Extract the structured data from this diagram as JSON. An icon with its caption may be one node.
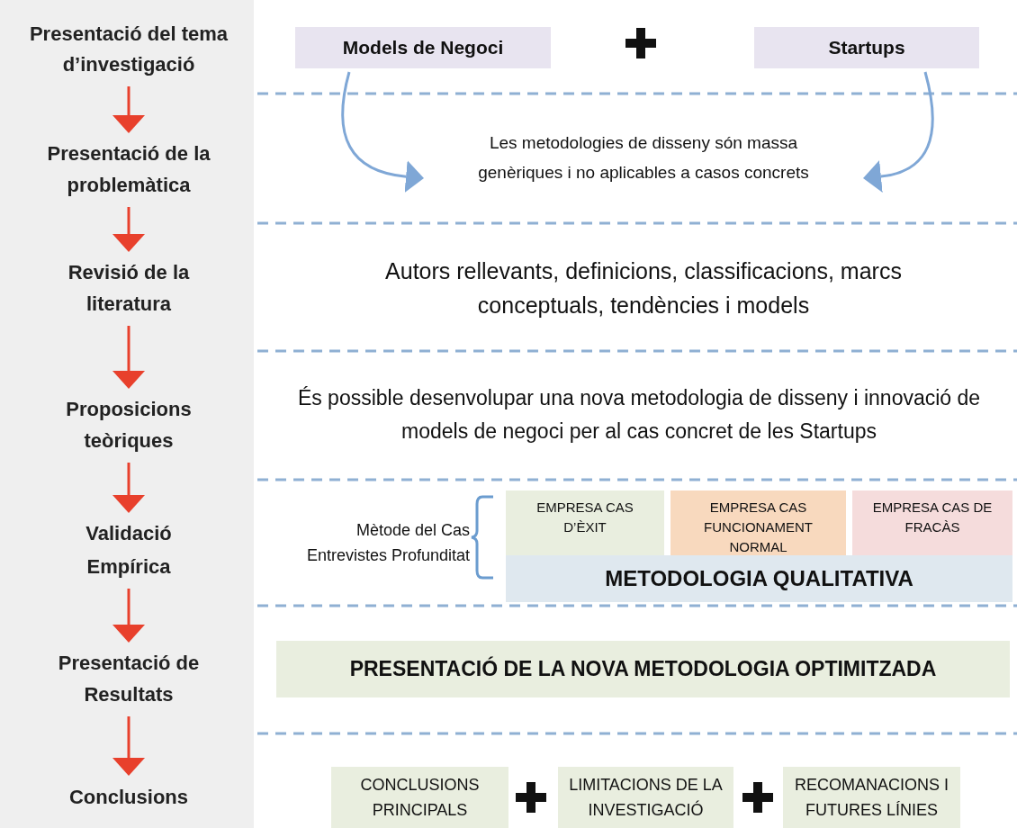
{
  "diagram": {
    "nodes": [
      {
        "text": [
          "Presentació del tema d’investigació"
        ]
      },
      {
        "text": [
          "Presentació de la problemàtica"
        ]
      },
      {
        "text": [
          "Revisió de la literatura"
        ]
      },
      {
        "text": [
          "Proposicions teòriques"
        ]
      },
      {
        "text": [
          "Validació Empírica"
        ]
      },
      {
        "text": [
          "Presentació de Resultats"
        ]
      },
      {
        "text": [
          "Conclusions"
        ]
      },
      {
        "text": [
          "Models de Negoci"
        ]
      },
      {
        "text": [
          "Startups"
        ]
      },
      {
        "text": [
          "Les metodologies de disseny són massa genèriques i no aplicables a casos concrets"
        ]
      },
      {
        "text": [
          "EMPRESA CAS D’ÈXIT"
        ]
      },
      {
        "text": [
          "EMPRESA CAS FUNCIONAMENT NORMAL"
        ]
      },
      {
        "text": [
          "EMPRESA CAS DE FRACÀS"
        ]
      },
      {
        "text": [
          "METODOLOGIA QUALITATIVA"
        ]
      },
      {
        "text": [
          "PRESENTACIÓ DE LA NOVA METODOLOGIA OPTIMITZADA"
        ]
      },
      {
        "text": [
          "CONCLUSIONS PRINCIPALS"
        ]
      },
      {
        "text": [
          "LIMITACIONS DE LA INVESTIGACIÓ"
        ]
      },
      {
        "text": [
          "RECOMANACIONS I FUTURES LÍNIES"
        ]
      }
    ],
    "edges": [
      {
        "from": 0,
        "to": 1,
        "arrow": "to"
      },
      {
        "from": 1,
        "to": 2,
        "arrow": "to"
      },
      {
        "from": 2,
        "to": 3,
        "arrow": "to"
      },
      {
        "from": 3,
        "to": 4,
        "arrow": "to"
      },
      {
        "from": 4,
        "to": 5,
        "arrow": "to"
      },
      {
        "from": 5,
        "to": 6,
        "arrow": "to"
      },
      {
        "from": 7,
        "to": 9,
        "arrow": "to",
        "color": "#7fa7d6"
      },
      {
        "from": 8,
        "to": 9,
        "arrow": "to",
        "color": "#7fa7d6"
      }
    ],
    "labels": [
      "Autors rellevants, definicions, classificacions, marcs conceptuals, tendències i models",
      "És possible desenvolupar una nova metodologia de disseny i innovació de models de negoci per al cas concret de les Startups",
      "Mètode del Cas",
      "Entrevistes Profunditat"
    ]
  }
}
